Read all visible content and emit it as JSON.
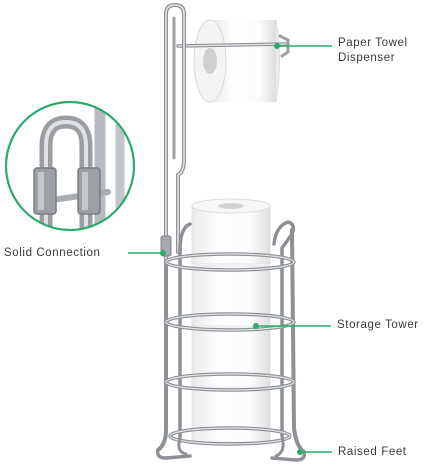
{
  "callouts": {
    "paper_towel_line1": "Paper Towel",
    "paper_towel_line2": "Dispenser",
    "solid_connection": "Solid Connection",
    "storage_tower": "Storage Tower",
    "raised_feet": "Raised Feet"
  },
  "colors": {
    "callout_accent": "#2bab6a",
    "metal": "#b8bcc1",
    "metal_dark": "#8d9196",
    "label_text": "#3a3a3a"
  }
}
